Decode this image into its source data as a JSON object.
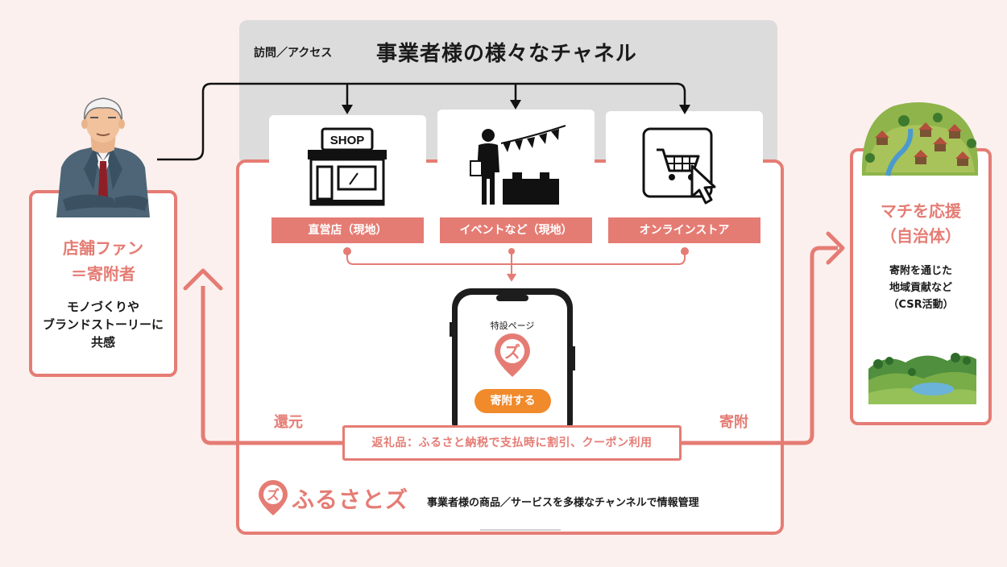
{
  "header": {
    "visit_label": "訪問／アクセス",
    "title": "事業者様の様々なチャネル"
  },
  "channels": {
    "shop": {
      "sign": "SHOP",
      "label": "直営店（現地）"
    },
    "event": {
      "label": "イベントなど（現地）"
    },
    "online": {
      "label": "オンラインストア"
    }
  },
  "fan": {
    "title_line1": "店舗ファン",
    "title_line2": "＝寄附者",
    "desc_line1": "モノづくりや",
    "desc_line2": "ブランドストーリーに",
    "desc_line3": "共感"
  },
  "municipality": {
    "title_line1": "マチを応援",
    "title_line2": "（自治体）",
    "desc_line1": "寄附を通じた",
    "desc_line2": "地域貢献など",
    "desc_line3": "（CSR活動）"
  },
  "phone": {
    "page_label": "特設ページ",
    "logo_glyph": "ズ",
    "donate_button": "寄附する"
  },
  "flow": {
    "return_label": "還元",
    "donate_label": "寄附",
    "return_bar": "返礼品：ふるさと納税で支払時に割引、クーポン利用"
  },
  "brand": {
    "logo_glyph": "ズ",
    "name": "ふるさとズ",
    "description": "事業者様の商品／サービスを多様なチャンネルで情報管理"
  },
  "colors": {
    "accent": "#e57c74",
    "button": "#f18a2b",
    "gray_panel": "#dcdcdc",
    "background": "#fbf0ee"
  }
}
